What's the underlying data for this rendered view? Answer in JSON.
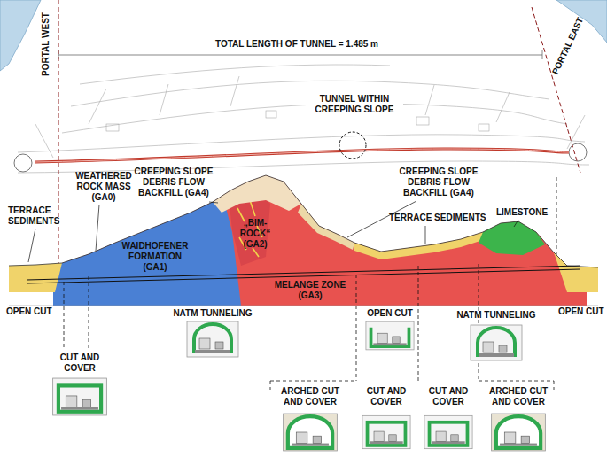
{
  "diagram": {
    "labels": [
      "TOTAL LENGTH OF TUNNEL = 1.485 m",
      "PORTAL WEST",
      "PORTAL EAST",
      "TUNNEL WITHIN CREEPING SLOPE",
      "WEATHERED ROCK MASS (GA0)",
      "CREEPING SLOPE DEBRIS FLOW BACKFILL (GA4)",
      "TERRACE SEDIMENTS",
      "WAIDHOFENER FORMATION (GA1)",
      "„BIM-ROCK“ (GA2)",
      "CREEPING SLOPE DEBRIS FLOW BACKFILL (GA4)",
      "TERRACE SEDIMENTS",
      "LIMESTONE",
      "MELANGE ZONE (GA3)",
      "OPEN CUT",
      "NATM TUNNELING",
      "OPEN CUT",
      "NATM TUNNELING",
      "OPEN CUT",
      "CUT AND COVER",
      "ARCHED CUT AND COVER",
      "CUT AND COVER",
      "CUT AND COVER",
      "ARCHED CUT AND COVER"
    ]
  }
}
